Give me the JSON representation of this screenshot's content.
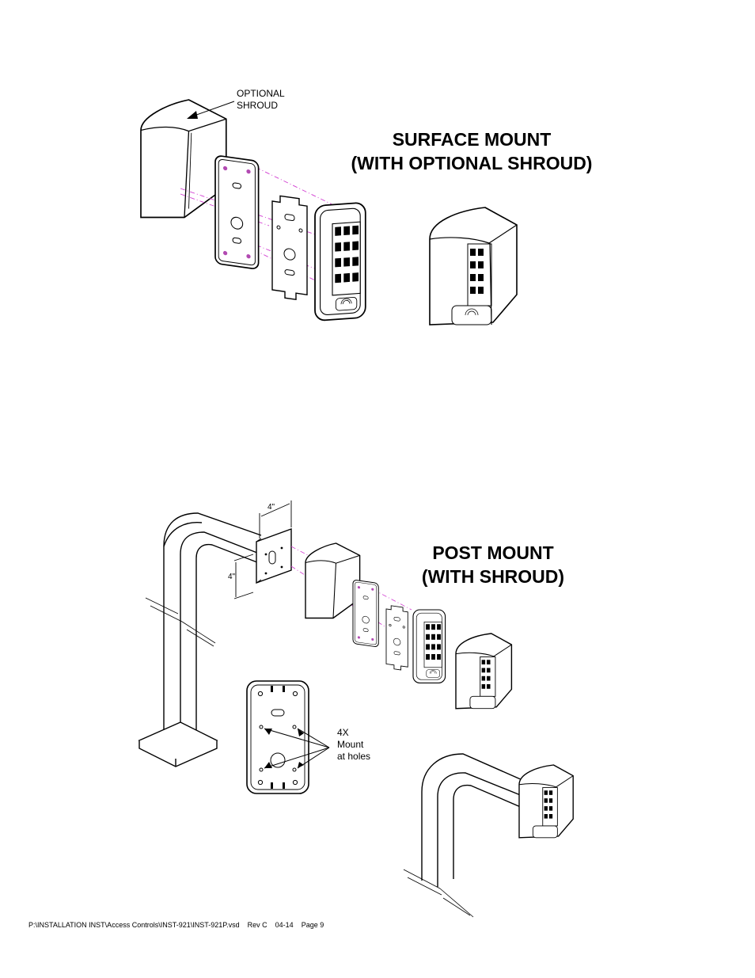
{
  "surface": {
    "title_line1": "SURFACE  MOUNT",
    "title_line2": "(WITH OPTIONAL SHROUD)",
    "callout_line1": "OPTIONAL",
    "callout_line2": "SHROUD"
  },
  "post": {
    "title_line1": "POST MOUNT",
    "title_line2": "(WITH SHROUD)",
    "dim_width": "4\"",
    "dim_height": "4\"",
    "callout_line1": "4X",
    "callout_line2": "Mount",
    "callout_line3": "at holes"
  },
  "footer": {
    "path": "P:\\INSTALLATION INST\\Access Controls\\INST-921\\INST-921P.vsd",
    "rev": "Rev C",
    "date": "04-14",
    "page": "Page 9"
  },
  "colors": {
    "line": "#000000",
    "alignment": "#d13bd1"
  }
}
